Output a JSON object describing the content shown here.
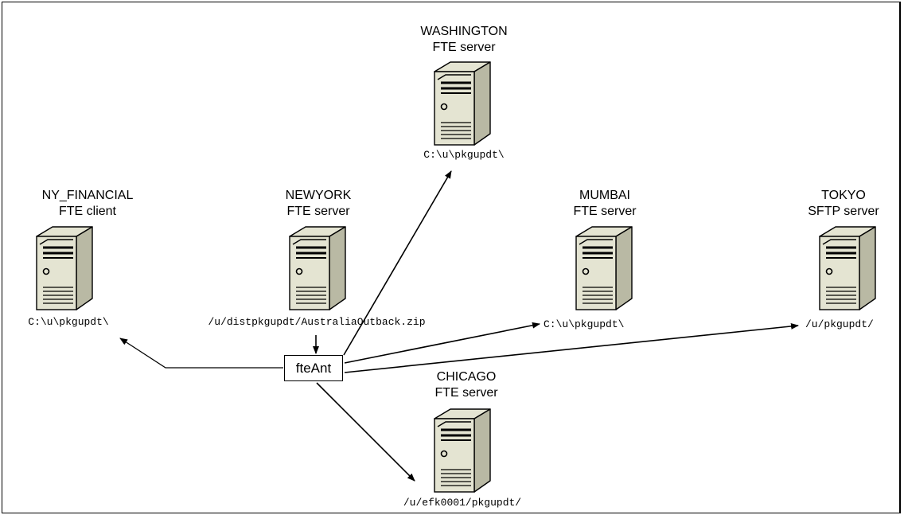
{
  "nodes": {
    "washington": {
      "name": "WASHINGTON",
      "role": "FTE server",
      "path": "C:\\u\\pkgupdt\\"
    },
    "ny_financial": {
      "name": "NY_FINANCIAL",
      "role": "FTE client",
      "path": "C:\\u\\pkgupdt\\"
    },
    "newyork": {
      "name": "NEWYORK",
      "role": "FTE server",
      "path": "/u/distpkgupdt/AustraliaOutback.zip"
    },
    "mumbai": {
      "name": "MUMBAI",
      "role": "FTE server",
      "path": "C:\\u\\pkgupdt\\"
    },
    "tokyo": {
      "name": "TOKYO",
      "role": "SFTP server",
      "path": "/u/pkgupdt/"
    },
    "chicago": {
      "name": "CHICAGO",
      "role": "FTE server",
      "path": "/u/efk0001/pkgupdt/"
    }
  },
  "hub": {
    "label": "fteAnt"
  },
  "icons": {
    "server": "server-tower-icon"
  },
  "colors": {
    "server_fill": "#e4e4d2",
    "server_shadow": "#b9b9a4",
    "stroke": "#000000"
  }
}
